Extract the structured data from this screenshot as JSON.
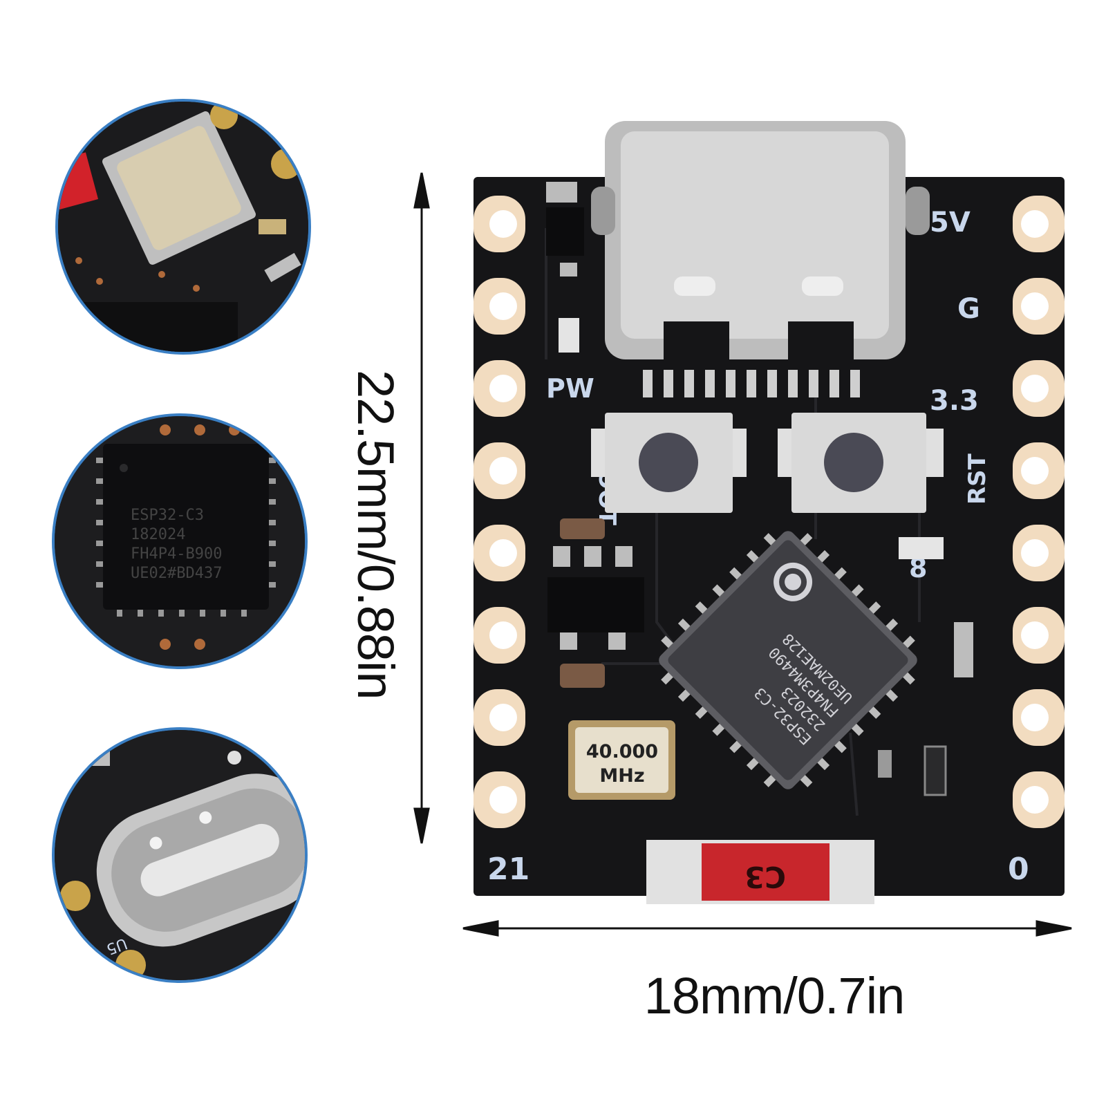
{
  "board": {
    "pin_labels": {
      "five_v": "5V",
      "ground": "G",
      "three_three": "3.3",
      "power_led": "PW",
      "boot": "BOOT",
      "reset": "RST",
      "pin_8": "8",
      "pin_21": "21",
      "pin_0": "0"
    },
    "chip_marking": [
      "ESP32-C3",
      "232023",
      "FN4P3M4490",
      "UE02MAE128"
    ],
    "crystal": {
      "line1": "40.000",
      "line2": "MHz"
    },
    "antenna_label": "C3"
  },
  "dimensions": {
    "height_label": "22.5mm/0.88in",
    "width_label": "18mm/0.7in"
  },
  "zoom_views": {
    "chip_marking": [
      "ESP32-C3",
      "182024",
      "FH4P4-B900",
      "UE02#BD437"
    ],
    "usb_label": "U5"
  },
  "colors": {
    "pcb": "#151517",
    "pad": "#f2dcc0",
    "silk": "#c9d7ec",
    "zoom_border": "#3a7fc4",
    "antenna": "#c8262c"
  }
}
